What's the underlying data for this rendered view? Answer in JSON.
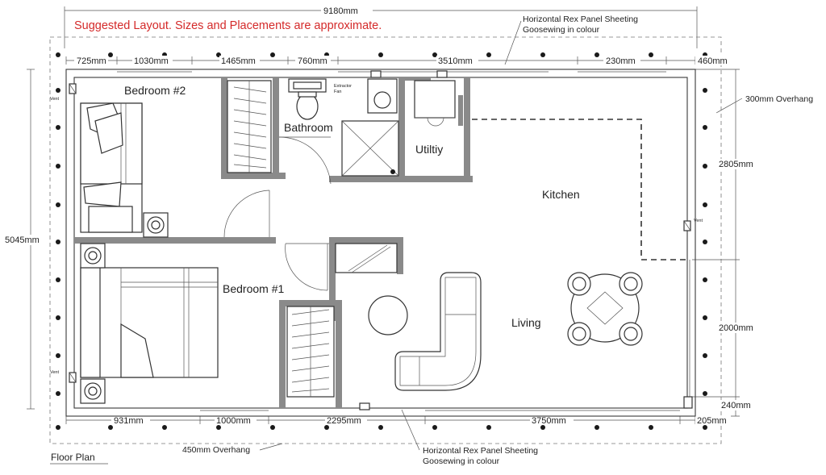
{
  "disclaimer": "Suggested Layout. Sizes and Placements are approximate.",
  "plan_label": "Floor Plan",
  "dimensions": {
    "overall_width": "9180mm",
    "top": [
      "725mm",
      "1030mm",
      "1465mm",
      "760mm",
      "3510mm",
      "230mm",
      "460mm"
    ],
    "bottom": [
      "931mm",
      "1000mm",
      "2295mm",
      "3750mm",
      "205mm"
    ],
    "left_height": "5045mm",
    "right": [
      "2805mm",
      "2000mm",
      "240mm"
    ]
  },
  "annotations": {
    "top_cladding_1": "Horizontal Rex Panel Sheeting",
    "top_cladding_2": "Goosewing in colour",
    "bottom_cladding_1": "Horizontal Rex Panel Sheeting",
    "bottom_cladding_2": "Goosewing in colour",
    "overhang_side": "300mm Overhang",
    "overhang_front": "450mm Overhang",
    "extractor_1": "Extractor",
    "extractor_2": "Fan",
    "vent": "Vent"
  },
  "rooms": {
    "bedroom2": "Bedroom #2",
    "bathroom": "Bathroom",
    "utility": "Utiltiy",
    "kitchen": "Kitchen",
    "bedroom1": "Bedroom #1",
    "living": "Living"
  }
}
